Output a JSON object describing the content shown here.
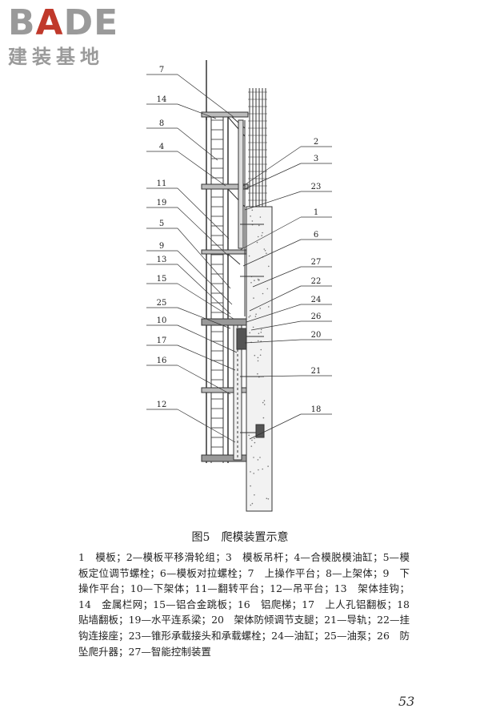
{
  "logo": {
    "brand": "BADE",
    "subtitle": "建装基地"
  },
  "callouts": {
    "left": [
      "7",
      "14",
      "8",
      "4",
      "11",
      "19",
      "5",
      "9",
      "13",
      "15",
      "25",
      "10",
      "17",
      "16",
      "12"
    ],
    "right": [
      "2",
      "3",
      "23",
      "1",
      "6",
      "27",
      "22",
      "24",
      "26",
      "20",
      "21",
      "18"
    ]
  },
  "caption": "图5　爬模装置示意",
  "legend": "1　模板；2—模板平移滑轮组；3　模板吊杆；4—合模脱模油缸；5—模板定位调节螺栓；6—模板对拉螺栓；7　上操作平台；8—上架体；9　下操作平台；10—下架体；11—翻转平台；12—吊平台；13　架体挂钩；14　金属栏网；15—铝合金跳板；16　铝爬梯；17　上人孔铝翻板；18　贴墙翻板；19—水平连系梁；20　架体防倾调节支腿；21—导轨；22—挂钩连接座；23—锥形承载接头和承载螺栓；24—油缸；25—油泵；26　防坠爬升器；27—智能控制装置",
  "page_number": "53"
}
